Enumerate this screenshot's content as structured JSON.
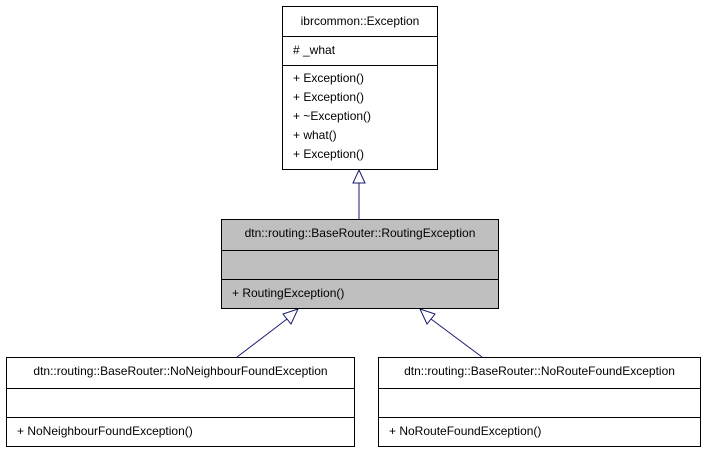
{
  "colors": {
    "edge": "#191970",
    "highlight_fill": "#bfbfbf",
    "box_border": "#000000"
  },
  "classes": {
    "base": {
      "name": "ibrcommon::Exception",
      "attributes": [
        "# _what"
      ],
      "methods": [
        "+ Exception()",
        "+ Exception()",
        "+ ~Exception()",
        "+ what()",
        "+ Exception()"
      ]
    },
    "routing": {
      "name": "dtn::routing::BaseRouter::RoutingException",
      "attributes": [],
      "methods": [
        "+ RoutingException()"
      ]
    },
    "no_neighbour": {
      "name": "dtn::routing::BaseRouter::NoNeighbourFoundException",
      "attributes": [],
      "methods": [
        "+ NoNeighbourFoundException()"
      ]
    },
    "no_route": {
      "name": "dtn::routing::BaseRouter::NoRouteFoundException",
      "attributes": [],
      "methods": [
        "+ NoRouteFoundException()"
      ]
    }
  }
}
